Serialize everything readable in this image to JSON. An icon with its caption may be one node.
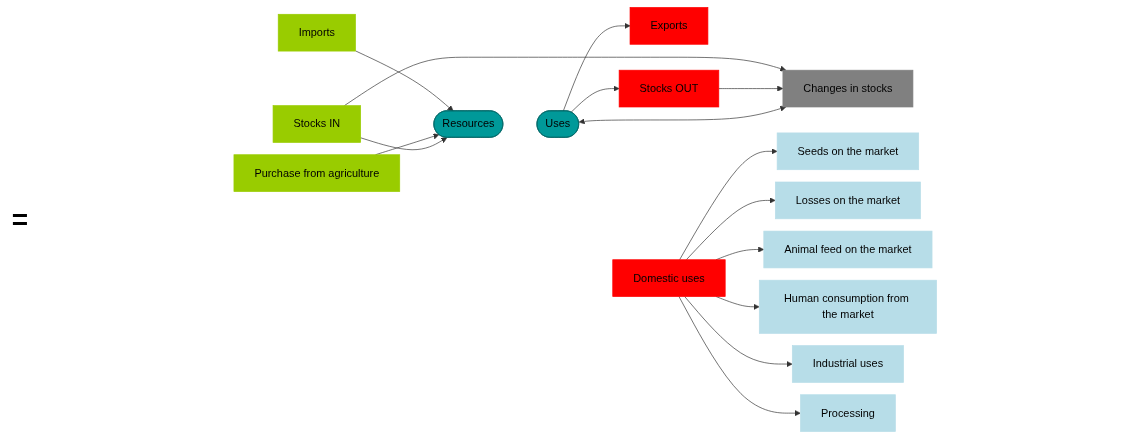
{
  "diagram": {
    "nodes": [
      {
        "text": [
          "Imports"
        ]
      },
      {
        "text": [
          "Exports"
        ]
      },
      {
        "text": [
          "Seeds on the market"
        ]
      },
      {
        "text": [
          "Purchase from agriculture"
        ]
      },
      {
        "text": [
          "Losses on the market"
        ]
      },
      {
        "text": [
          "Animal feed on the market"
        ]
      },
      {
        "text": [
          "Resources"
        ]
      },
      {
        "text": [
          "Uses"
        ]
      },
      {
        "text": [
          "Domestic uses"
        ]
      },
      {
        "text": [
          "Human consumption from the market"
        ]
      },
      {
        "text": [
          "Stocks IN"
        ]
      },
      {
        "text": [
          "Stocks OUT"
        ]
      },
      {
        "text": [
          "Industrial uses"
        ]
      },
      {
        "text": [
          "Changes in stocks"
        ]
      },
      {
        "text": [
          "Processing"
        ]
      }
    ],
    "edges": [
      {
        "from": 0,
        "to": 6,
        "arrow": "to"
      },
      {
        "from": 3,
        "to": 6,
        "arrow": "to"
      },
      {
        "from": 10,
        "to": 6,
        "arrow": "to"
      },
      {
        "from": 10,
        "to": 13,
        "arrow": "to"
      },
      {
        "from": 7,
        "to": 1,
        "arrow": "to"
      },
      {
        "from": 7,
        "to": 11,
        "arrow": "to"
      },
      {
        "from": 11,
        "to": 13,
        "arrow": "to"
      },
      {
        "from": 13,
        "to": 7,
        "arrow": "both"
      },
      {
        "from": 8,
        "to": 2,
        "arrow": "to"
      },
      {
        "from": 8,
        "to": 4,
        "arrow": "to"
      },
      {
        "from": 8,
        "to": 5,
        "arrow": "to"
      },
      {
        "from": 8,
        "to": 9,
        "arrow": "to"
      },
      {
        "from": 8,
        "to": 12,
        "arrow": "to"
      },
      {
        "from": 8,
        "to": 14,
        "arrow": "to"
      }
    ],
    "labels": [
      "="
    ]
  }
}
